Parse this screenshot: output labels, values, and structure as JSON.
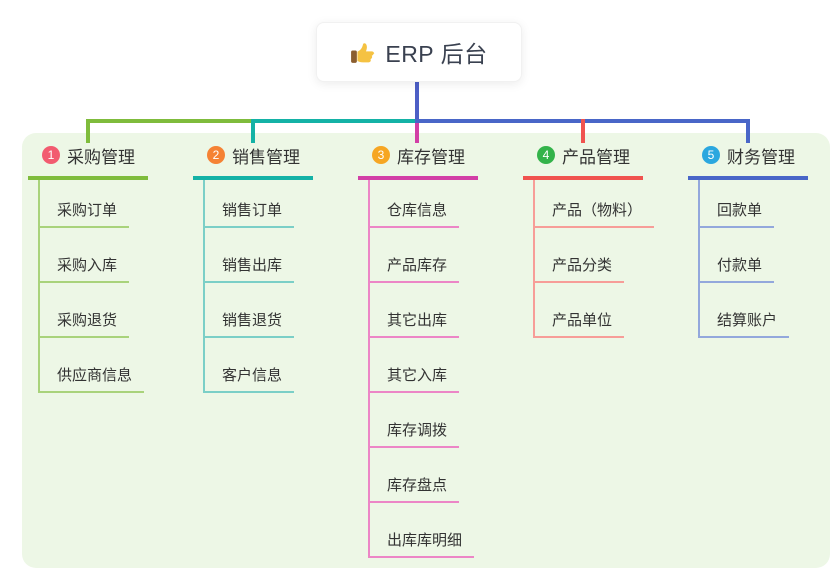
{
  "root": {
    "label": "ERP 后台",
    "icon": "thumbs-up-icon"
  },
  "branches": [
    {
      "index": "1",
      "label": "采购管理",
      "badge_color": "#F25B70",
      "line_color": "#7FBC3C",
      "light_color": "#A9D37B",
      "children": [
        "采购订单",
        "采购入库",
        "采购退货",
        "供应商信息"
      ]
    },
    {
      "index": "2",
      "label": "销售管理",
      "badge_color": "#F58234",
      "line_color": "#14B2A6",
      "light_color": "#7BCFC7",
      "children": [
        "销售订单",
        "销售出库",
        "销售退货",
        "客户信息"
      ]
    },
    {
      "index": "3",
      "label": "库存管理",
      "badge_color": "#F6A623",
      "line_color": "#D23FA6",
      "light_color": "#EC86C6",
      "children": [
        "仓库信息",
        "产品库存",
        "其它出库",
        "其它入库",
        "库存调拨",
        "库存盘点",
        "出库库明细"
      ]
    },
    {
      "index": "4",
      "label": "产品管理",
      "badge_color": "#33B34A",
      "line_color": "#F0534F",
      "light_color": "#F79D98",
      "children": [
        "产品（物料）",
        "产品分类",
        "产品单位"
      ]
    },
    {
      "index": "5",
      "label": "财务管理",
      "badge_color": "#2BA7DF",
      "line_color": "#4966C8",
      "light_color": "#93A8DC",
      "children": [
        "回款单",
        "付款单",
        "结算账户"
      ]
    }
  ],
  "connectors": {
    "trunk_color": "#4D5FC6"
  },
  "canvas": {
    "background": "#FFFFFF",
    "panel_color": "#EDF7E6"
  }
}
